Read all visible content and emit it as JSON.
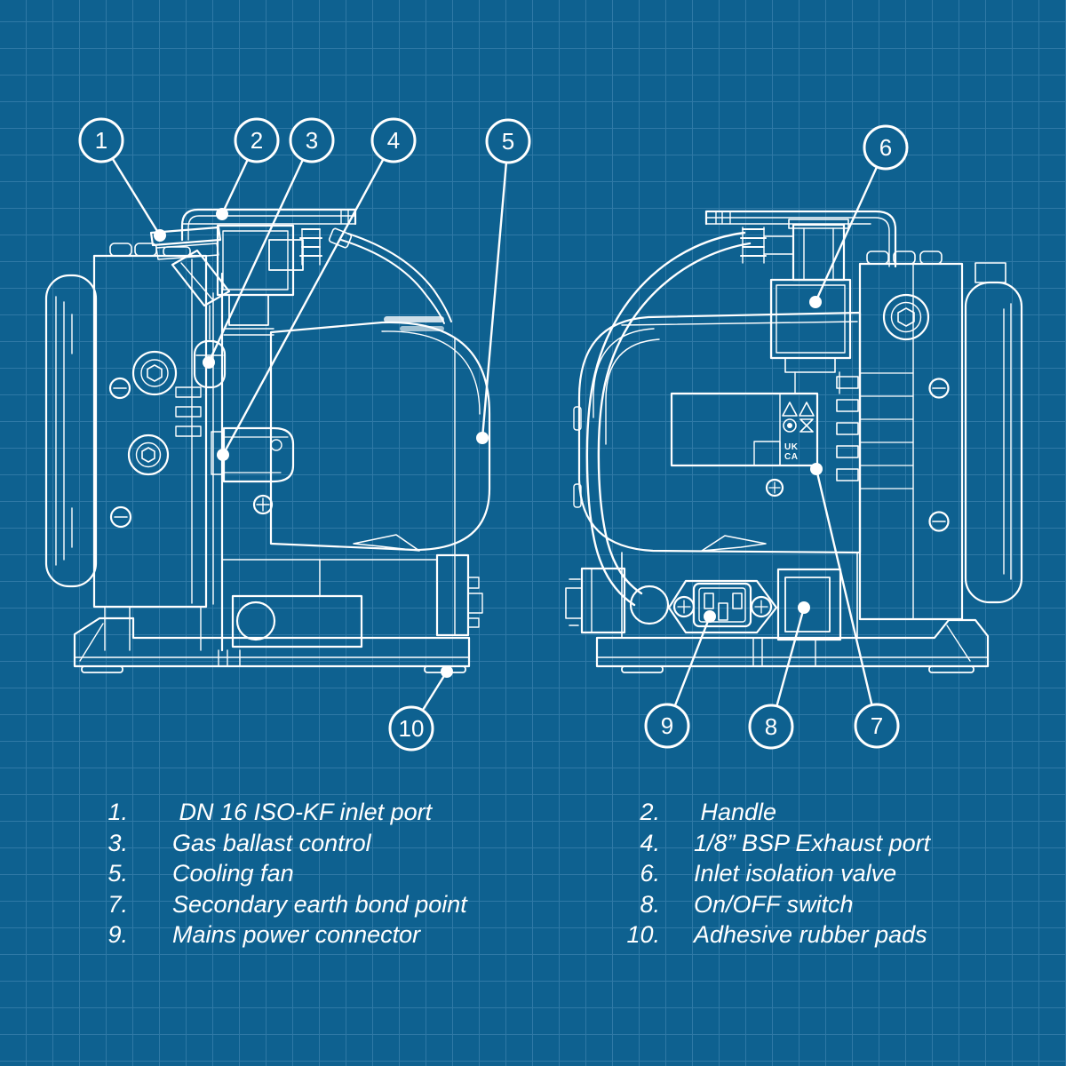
{
  "palette": {
    "background": "#0e6190",
    "grid": "#2f79a6",
    "line": "#ffffff"
  },
  "label_plate": {
    "cert_line1": "UK",
    "cert_line2": "CA"
  },
  "callouts": [
    {
      "number": "1",
      "part": "DN 16 ISO-KF inlet port"
    },
    {
      "number": "2",
      "part": "Handle"
    },
    {
      "number": "3",
      "part": "Gas ballast control"
    },
    {
      "number": "4",
      "part": "1/8” BSP Exhaust port"
    },
    {
      "number": "5",
      "part": "Cooling fan"
    },
    {
      "number": "6",
      "part": "Inlet isolation valve"
    },
    {
      "number": "7",
      "part": "Secondary earth bond point"
    },
    {
      "number": "8",
      "part": "On/OFF switch"
    },
    {
      "number": "9",
      "part": "Mains power connector"
    },
    {
      "number": "10",
      "part": "Adhesive rubber pads"
    }
  ],
  "legend": {
    "left": [
      {
        "number": "1.",
        "label": " DN 16 ISO-KF inlet port"
      },
      {
        "number": "3.",
        "label": "Gas ballast control"
      },
      {
        "number": "5.",
        "label": "Cooling fan"
      },
      {
        "number": "7.",
        "label": "Secondary earth bond point"
      },
      {
        "number": "9.",
        "label": "Mains power connector"
      }
    ],
    "right": [
      {
        "number": "2.",
        "label": " Handle"
      },
      {
        "number": "4.",
        "label": "1/8” BSP Exhaust port"
      },
      {
        "number": "6.",
        "label": "Inlet isolation valve"
      },
      {
        "number": "8.",
        "label": "On/OFF switch"
      },
      {
        "number": "10.",
        "label": "Adhesive rubber pads"
      }
    ]
  }
}
